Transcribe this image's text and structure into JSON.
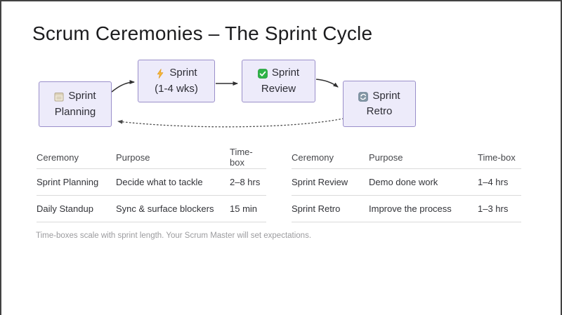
{
  "slide": {
    "title": "Scrum Ceremonies – The Sprint Cycle",
    "footnote": "Time-boxes scale with sprint length. Your Scrum Master will set expectations."
  },
  "diagram": {
    "nodes": [
      {
        "id": "sprint-planning",
        "icon": "notepad-icon",
        "line1": "Sprint",
        "line2": "Planning"
      },
      {
        "id": "sprint",
        "icon": "lightning-icon",
        "line1": "Sprint",
        "line2": "(1-4 wks)"
      },
      {
        "id": "sprint-review",
        "icon": "check-icon",
        "line1": "Sprint",
        "line2": "Review"
      },
      {
        "id": "sprint-retro",
        "icon": "refresh-icon",
        "line1": "Sprint",
        "line2": "Retro"
      }
    ],
    "flow": "Sprint Planning -> Sprint (1-4 wks) -> Sprint Review -> Sprint Retro -> (dotted back to) Sprint Planning"
  },
  "tables": [
    {
      "headers": [
        "Ceremony",
        "Purpose",
        "Time-box"
      ],
      "rows": [
        [
          "Sprint Planning",
          "Decide what to tackle",
          "2–8 hrs"
        ],
        [
          "Daily Standup",
          "Sync & surface blockers",
          "15 min"
        ]
      ]
    },
    {
      "headers": [
        "Ceremony",
        "Purpose",
        "Time-box"
      ],
      "rows": [
        [
          "Sprint Review",
          "Demo done work",
          "1–4 hrs"
        ],
        [
          "Sprint Retro",
          "Improve the process",
          "1–3 hrs"
        ]
      ]
    }
  ],
  "colors": {
    "node_fill": "#edebfa",
    "node_border": "#9a8fca",
    "arrow": "#2f2f30",
    "dotted_arrow": "#4a4a4a",
    "lightning_yellow": "#f6b73c",
    "check_green": "#2eb347",
    "retro_slate": "#8295a3",
    "notepad_beige": "#efe8d8",
    "table_rule": "#dadada",
    "footnote_gray": "#9b9b9e",
    "frame_border": "#424242"
  }
}
